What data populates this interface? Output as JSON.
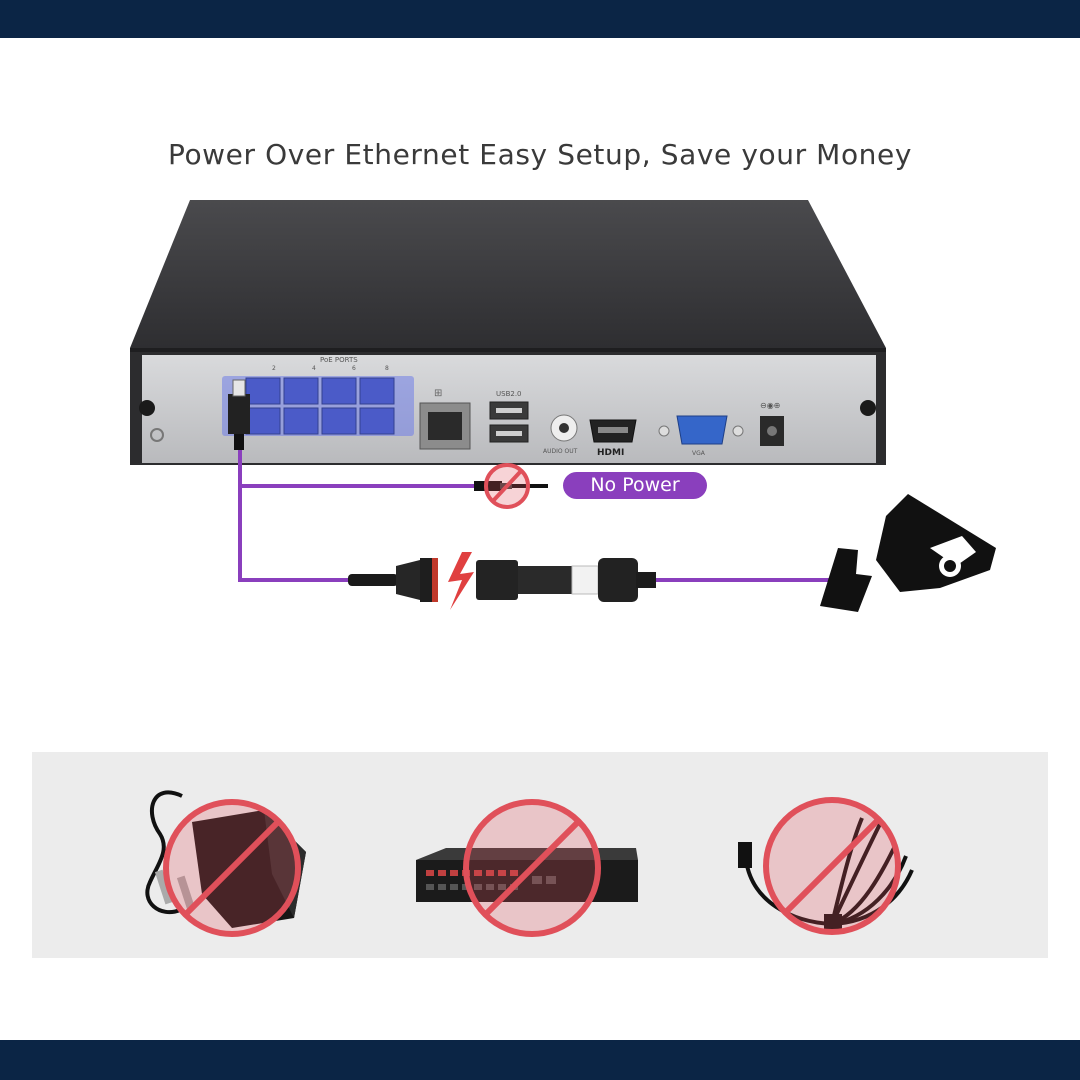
{
  "headline": "Power Over Ethernet Easy Setup, Save your Money",
  "nvr": {
    "poe_ports_label": "PoE PORTS",
    "port_numbers": [
      "2",
      "4",
      "6",
      "8"
    ],
    "usb_label": "USB2.0",
    "audio_label": "AUDIO OUT",
    "hdmi_label": "HDMI",
    "vga_label": "VGA"
  },
  "badge": {
    "no_power": "No Power"
  },
  "colors": {
    "band": "#0b2545",
    "cable": "#8a3fbd",
    "poe_highlight": "#5b6ee0",
    "forbid": "#e0505a",
    "panel": "#ececec"
  },
  "not_needed_items": [
    {
      "name": "power-adapter",
      "icon": "power-adapter-icon"
    },
    {
      "name": "poe-switch",
      "icon": "network-switch-icon"
    },
    {
      "name": "power-splitter-cable",
      "icon": "splitter-cable-icon"
    }
  ]
}
